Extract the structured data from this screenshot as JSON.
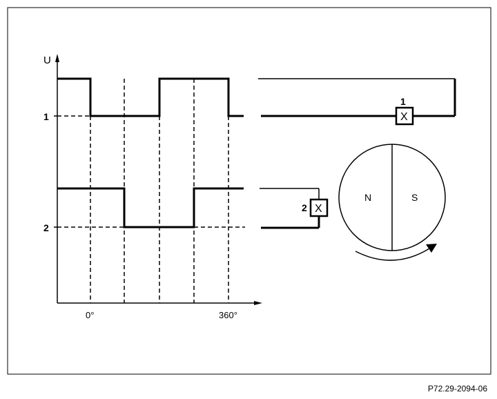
{
  "axes": {
    "y_label": "U",
    "trace_labels": [
      "1",
      "2"
    ],
    "x_ticks": [
      "0°",
      "360°"
    ]
  },
  "sensors": [
    {
      "number": "1",
      "symbol": "X"
    },
    {
      "number": "2",
      "symbol": "X"
    }
  ],
  "magnet": {
    "north": "N",
    "south": "S"
  },
  "reference": "P72.29-2094-06",
  "colors": {
    "ink": "#000000",
    "paper": "#ffffff"
  }
}
